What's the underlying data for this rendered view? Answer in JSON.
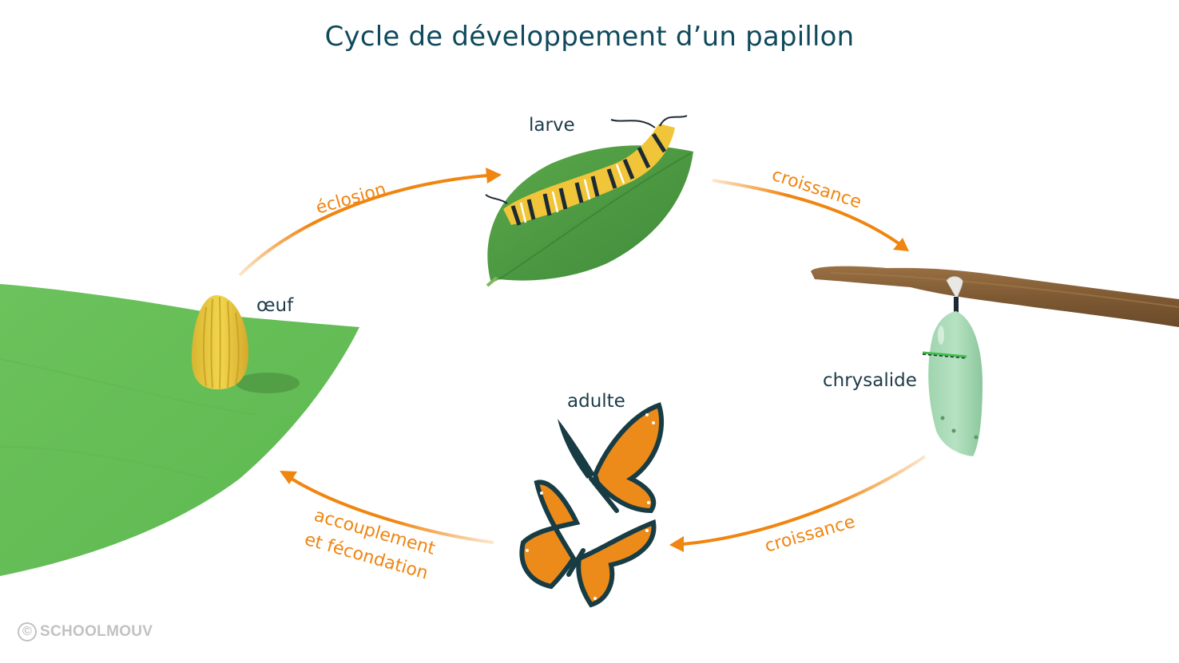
{
  "title": "Cycle de développement d’un papillon",
  "colors": {
    "title": "#0f4a5c",
    "label": "#1d3c4a",
    "arrow": "#f08510",
    "leaf_light": "#6cc25c",
    "leaf_dark": "#4f9a44",
    "egg": "#e6c43a",
    "branch": "#8a6238",
    "chrysalis": "#a8d8b4",
    "wing": "#ec8b1a",
    "wing_border": "#183c44"
  },
  "stages": [
    {
      "id": "oeuf",
      "label": "œuf",
      "icon": "egg-icon"
    },
    {
      "id": "larve",
      "label": "larve",
      "icon": "caterpillar-icon"
    },
    {
      "id": "chrysalide",
      "label": "chrysalide",
      "icon": "chrysalis-icon"
    },
    {
      "id": "adulte",
      "label": "adulte",
      "icon": "butterfly-icon"
    }
  ],
  "transitions": [
    {
      "from": "oeuf",
      "to": "larve",
      "label": "éclosion"
    },
    {
      "from": "larve",
      "to": "chrysalide",
      "label": "croissance"
    },
    {
      "from": "chrysalide",
      "to": "adulte",
      "label": "croissance"
    },
    {
      "from": "adulte",
      "to": "oeuf",
      "label_line1": "accouplement",
      "label_line2": "et fécondation"
    }
  ],
  "watermark": {
    "symbol": "©",
    "text": "SCHOOLMOUV"
  }
}
